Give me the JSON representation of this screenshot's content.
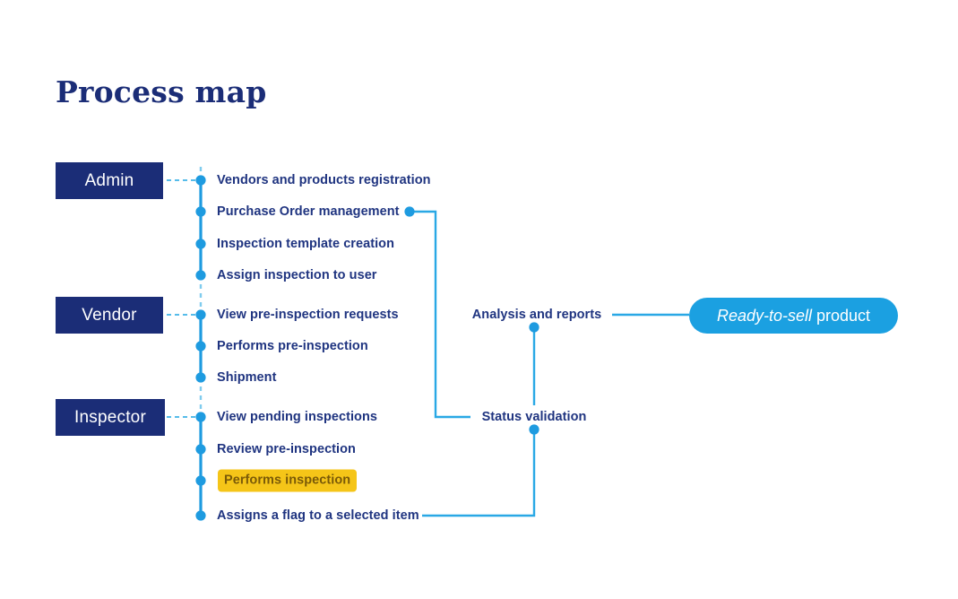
{
  "title": "Process map",
  "colors": {
    "navy": "#1B2D77",
    "label_navy": "#1F3480",
    "accent_blue": "#1BA0E1",
    "dot_blue": "#1E9BE0",
    "highlight_yellow": "#F5C518",
    "highlight_text": "#7A5A08",
    "background": "#FFFFFF"
  },
  "lanes": [
    {
      "role": "Admin",
      "steps": [
        "Vendors and products registration",
        "Purchase Order management",
        "Inspection template creation",
        "Assign inspection to  user"
      ]
    },
    {
      "role": "Vendor",
      "steps": [
        "View pre-inspection requests",
        "Performs pre-inspection",
        "Shipment"
      ]
    },
    {
      "role": "Inspector",
      "steps": [
        "View pending inspections",
        "Review pre-inspection",
        "Performs inspection",
        "Assigns a flag to a selected item"
      ]
    }
  ],
  "highlighted_step": "Performs inspection",
  "nodes": {
    "analysis": "Analysis and reports",
    "status": "Status validation"
  },
  "outcome": {
    "emphasis": "Ready-to-sell",
    "rest": "product"
  }
}
